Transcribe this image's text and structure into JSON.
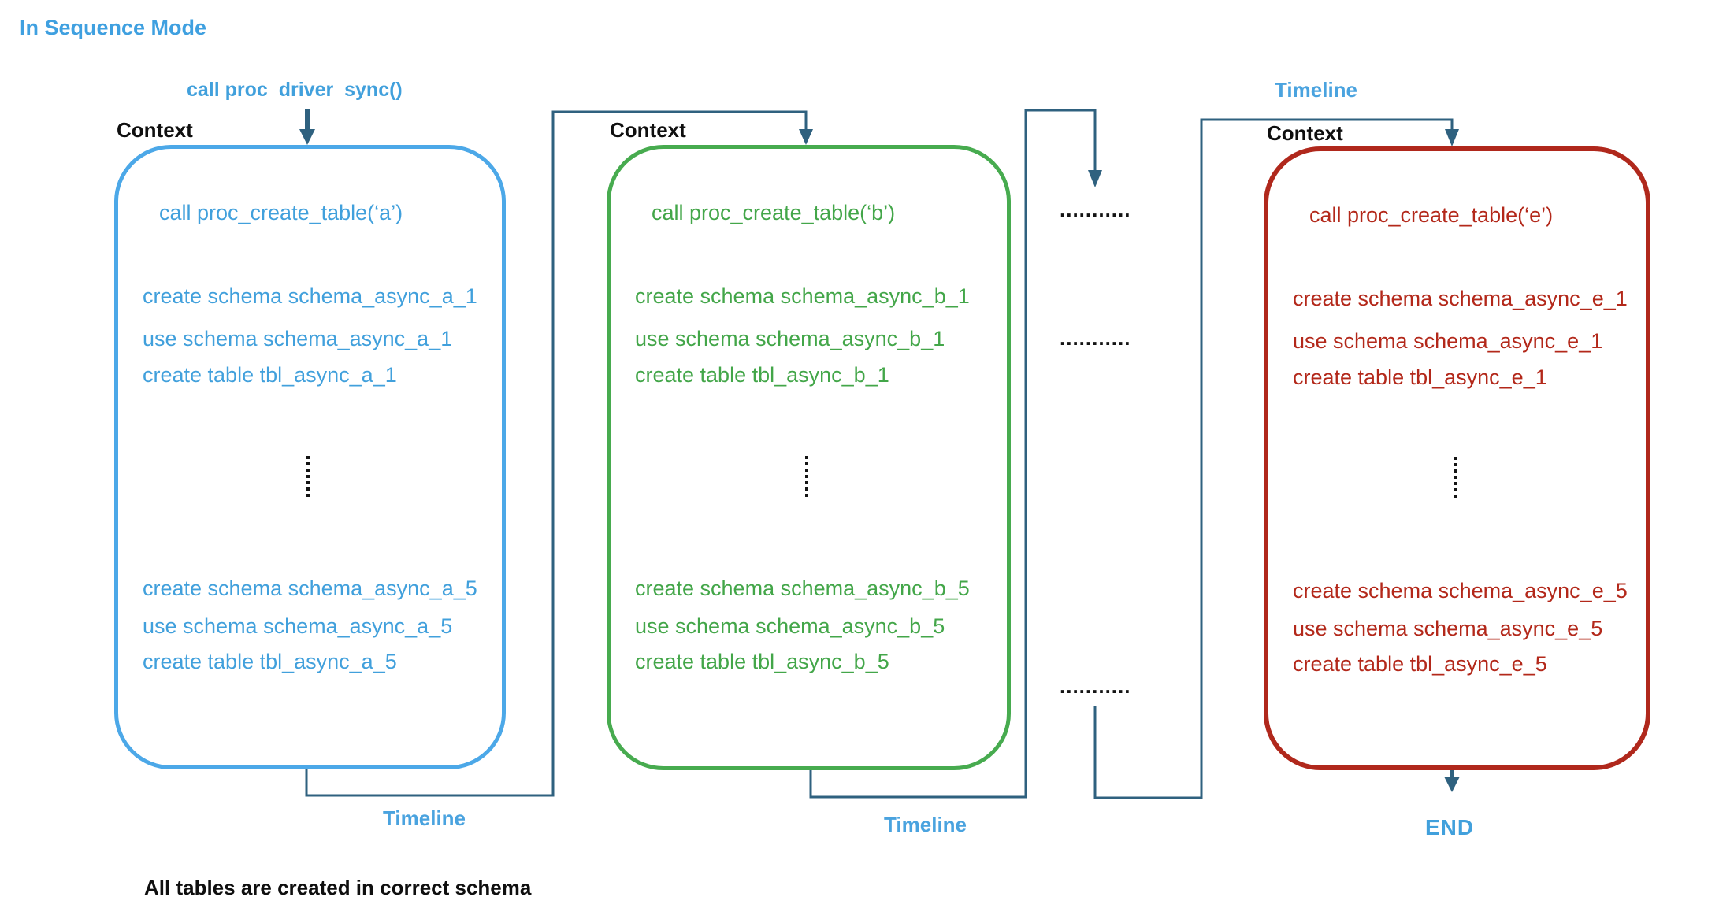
{
  "title": "In Sequence Mode",
  "driver_call": "call proc_driver_sync()",
  "note": "All tables are created in correct schema",
  "labels": {
    "context": "Context",
    "timeline": "Timeline",
    "end": "END"
  },
  "ellipsis_row": "...........",
  "colors": {
    "connector": "#2f617f",
    "accent_blue": "#3fa0e0",
    "blue_text": "#41a0dc",
    "blue_border": "#4ca8e8",
    "green_text": "#43a649",
    "green_border": "#47ab4f",
    "red_text": "#b3281a",
    "red_border": "#b0281c",
    "black": "#0f0f0f"
  },
  "contexts": [
    {
      "name": "a",
      "call": "call proc_create_table(‘a’)",
      "statements_first": [
        "create schema schema_async_a_1",
        "use schema schema_async_a_1",
        "create table tbl_async_a_1"
      ],
      "statements_last": [
        "create schema schema_async_a_5",
        "use schema schema_async_a_5",
        "create table tbl_async_a_5"
      ]
    },
    {
      "name": "b",
      "call": "call proc_create_table(‘b’)",
      "statements_first": [
        "create schema schema_async_b_1",
        "use schema schema_async_b_1",
        "create table tbl_async_b_1"
      ],
      "statements_last": [
        "create schema schema_async_b_5",
        "use schema schema_async_b_5",
        "create table tbl_async_b_5"
      ]
    },
    {
      "name": "e",
      "call": "call proc_create_table(‘e’)",
      "statements_first": [
        "create schema schema_async_e_1",
        "use schema schema_async_e_1",
        "create table tbl_async_e_1"
      ],
      "statements_last": [
        "create schema schema_async_e_5",
        "use schema schema_async_e_5",
        "create table tbl_async_e_5"
      ]
    }
  ]
}
